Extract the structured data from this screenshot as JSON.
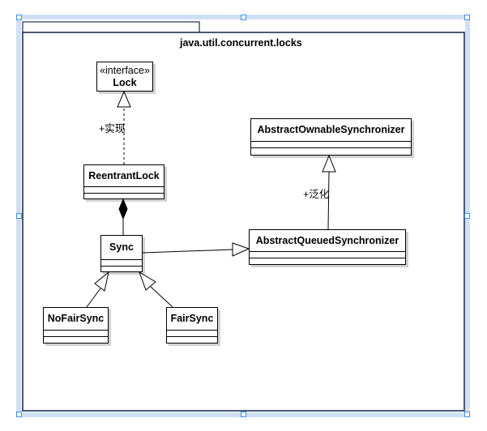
{
  "diagram": {
    "package": {
      "name": "java.util.concurrent.locks"
    },
    "classes": {
      "lock": {
        "stereotype": "«interface»",
        "name": "Lock"
      },
      "reentrant_lock": {
        "name": "ReentrantLock"
      },
      "sync": {
        "name": "Sync"
      },
      "nofair_sync": {
        "name": "NoFairSync"
      },
      "fair_sync": {
        "name": "FairSync"
      },
      "abstract_ownable": {
        "name": "AbstractOwnableSynchronizer"
      },
      "abstract_queued": {
        "name": "AbstractQueuedSynchronizer"
      }
    },
    "relations": {
      "realization_label": "+实现",
      "generalization_label": "+泛化"
    }
  },
  "colors": {
    "selection": "#3d8fe0",
    "selection_fill": "#eaf2fd",
    "line": "#000000"
  }
}
